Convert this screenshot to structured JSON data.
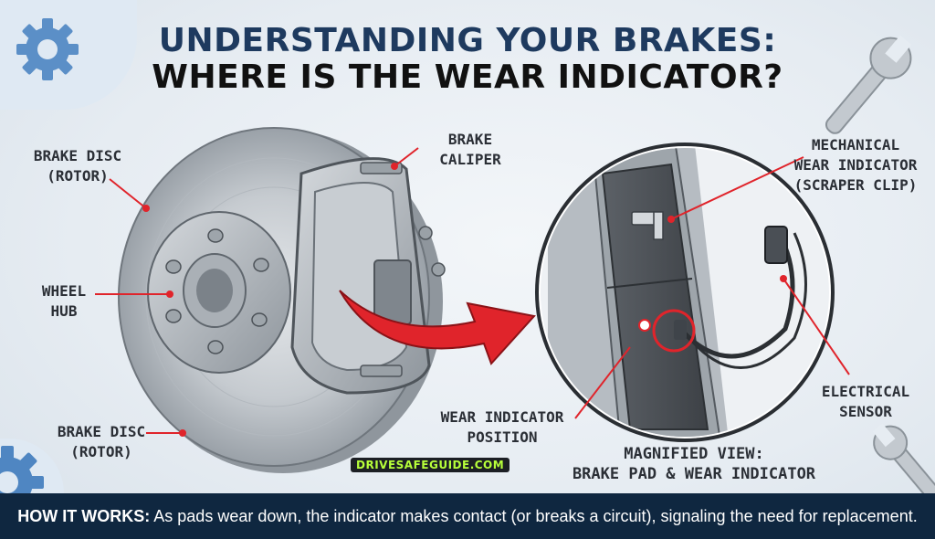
{
  "title": {
    "line1": "UNDERSTANDING YOUR BRAKES:",
    "line2": "WHERE IS THE WEAR INDICATOR?"
  },
  "labels": {
    "brake_disc_top": [
      "BRAKE DISC",
      "(ROTOR)"
    ],
    "wheel_hub": [
      "WHEEL",
      "HUB"
    ],
    "brake_disc_bottom": [
      "BRAKE DISC",
      "(ROTOR)"
    ],
    "brake_caliper": [
      "BRAKE",
      "CALIPER"
    ],
    "mechanical_indicator": [
      "MECHANICAL",
      "WEAR INDICATOR",
      "(SCRAPER CLIP)"
    ],
    "electrical_sensor": [
      "ELECTRICAL",
      "SENSOR"
    ],
    "wear_indicator_position": [
      "WEAR INDICATOR",
      "POSITION"
    ],
    "magnified_view": [
      "MAGNIFIED VIEW:",
      "BRAKE PAD & WEAR INDICATOR"
    ]
  },
  "brand": "DRIVESAFEGUIDE.COM",
  "footer": {
    "lead": "HOW IT WORKS:",
    "text": "As pads wear down, the indicator makes contact (or breaks a circuit), signaling the need for replacement."
  },
  "icons": [
    "gear-icon",
    "wrench-icon"
  ],
  "colors": {
    "title_primary": "#1e3a5f",
    "accent_red": "#e0242b",
    "footer_bg": "#0f2740",
    "brand_text": "#b7ff3a"
  }
}
